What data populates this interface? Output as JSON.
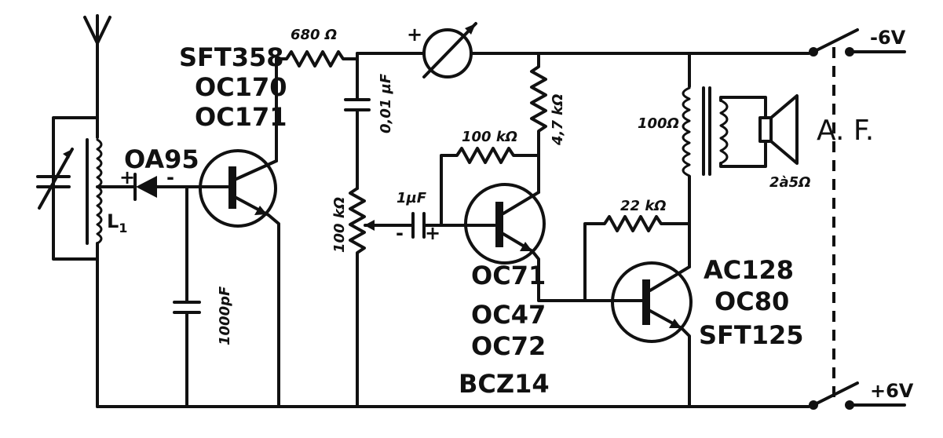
{
  "labels": {
    "t1_types": [
      "SFT358",
      "OC170",
      "OC171"
    ],
    "t2_types": [
      "OC71",
      "OC47",
      "OC72",
      "BCZ14"
    ],
    "t3_types": [
      "AC128",
      "OC80",
      "SFT125"
    ],
    "diode": "OA95",
    "coil": "L",
    "coil_sub": "1",
    "r_680": "680 Ω",
    "c_001": "0,01 µF",
    "r_47k": "4,7 kΩ",
    "r_100k_fb": "100 kΩ",
    "pot_100k": "100 kΩ",
    "c_1u": "1µF",
    "c_1000p": "1000pF",
    "r_22k": "22 kΩ",
    "xfmr_primary": "100Ω",
    "speaker_imp": "2à5Ω",
    "af": "A. F.",
    "supply_neg": "-6V",
    "supply_pos": "+6V",
    "plus": "+",
    "minus": "-"
  }
}
